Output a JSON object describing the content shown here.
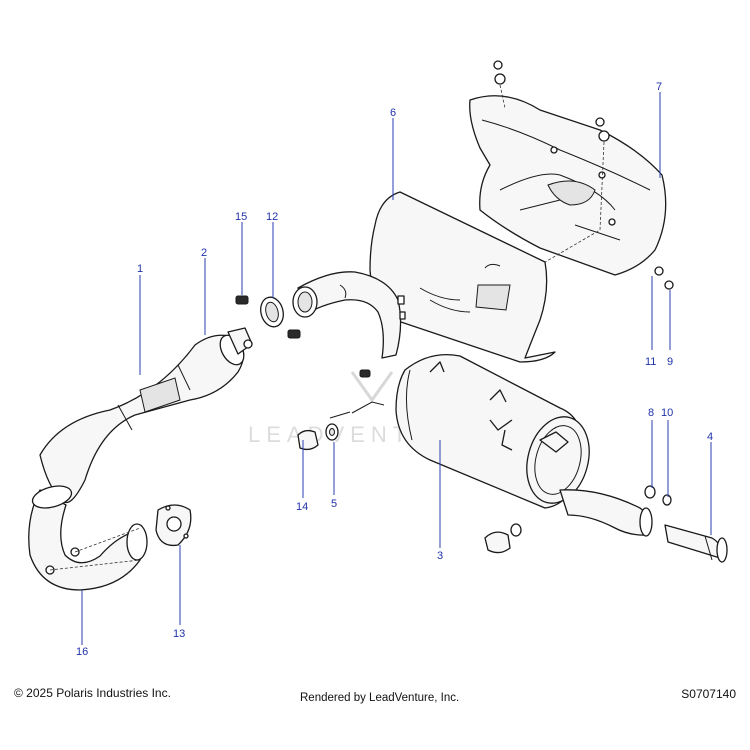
{
  "footer": {
    "copyright": "© 2025 Polaris Industries Inc.",
    "rendered_by": "Rendered by LeadVenture, Inc.",
    "diagram_code": "S0707140"
  },
  "watermark": "LEADVENTURE",
  "callouts": [
    "1",
    "2",
    "3",
    "4",
    "5",
    "6",
    "7",
    "8",
    "9",
    "10",
    "11",
    "12",
    "13",
    "14",
    "15",
    "16"
  ],
  "colors": {
    "callout": "#1f32a8",
    "line": "#1a1a1a",
    "watermark": "#dcdcdc"
  }
}
